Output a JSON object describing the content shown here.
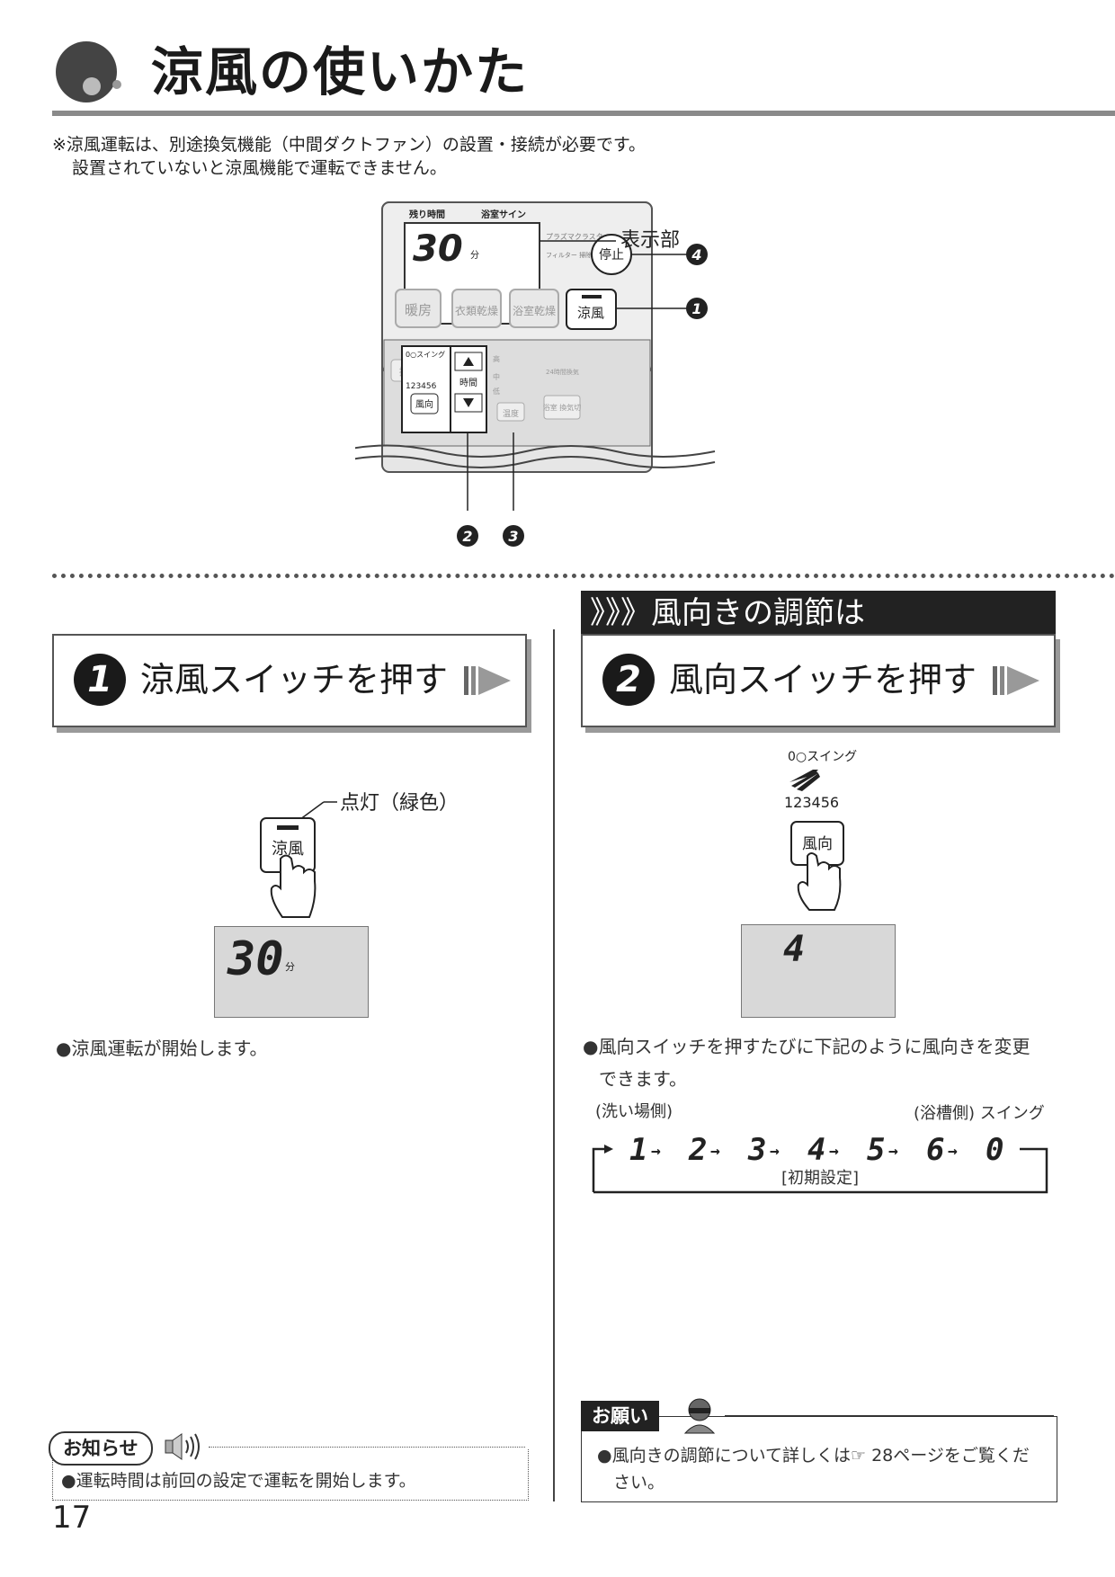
{
  "header": {
    "title": "涼風の使いかた"
  },
  "note": {
    "line1": "※涼風運転は、別途換気機能（中間ダクトファン）の設置・接続が必要です。",
    "line2": "設置されていないと涼風機能で運転できません。"
  },
  "panel": {
    "label_remaining": "残り時間",
    "label_sign": "浴室サイン",
    "lcd_digits": "30",
    "lcd_unit": "分",
    "plasma": "プラズマクラスター",
    "filter": "フィルター 掃除",
    "stop": "停止",
    "btn_heat": "暖房",
    "btn_cloth": "衣類乾燥",
    "btn_bath": "浴室乾燥",
    "btn_cool": "涼風",
    "btn_vent": "換気",
    "swing": "0○スイング",
    "swing_nums": "123456",
    "btn_wind": "風向",
    "time": "時間",
    "temp_hi": "高",
    "temp_mid": "中",
    "temp_lo": "低",
    "btn_temp": "温度",
    "vent24": "24時間換気",
    "btn_ventoff": "浴室 換気切"
  },
  "callouts": {
    "display": "表示部",
    "n1": "1",
    "n2": "2",
    "n3": "3",
    "n4": "4"
  },
  "banner": "》》》風向きの調節は",
  "step1": {
    "num": "1",
    "label": "涼風スイッチを押す",
    "lit": "点灯（緑色）",
    "btn": "涼風",
    "lcd": "30",
    "unit": "分",
    "bullet": "●涼風運転が開始します。"
  },
  "step2": {
    "num": "2",
    "label": "風向スイッチを押す",
    "swing": "0○スイング",
    "nums": "123456",
    "btn": "風向",
    "lcd": "4",
    "bullet1": "●風向スイッチを押すたびに下記のように風向きを変更",
    "bullet2": "できます。",
    "side_left": "(洗い場側)",
    "side_right": "(浴槽側) スイング",
    "seq": [
      "1",
      "2",
      "3",
      "4",
      "5",
      "6",
      "0"
    ],
    "initial": "[初期設定]"
  },
  "oshirase": {
    "label": "お知らせ",
    "text": "●運転時間は前回の設定で運転を開始します。"
  },
  "onegai": {
    "label": "お願い",
    "text1": "●風向きの調節について詳しくは☞ 28ページをご覧くだ",
    "text2": "さい。"
  },
  "page_number": "17"
}
